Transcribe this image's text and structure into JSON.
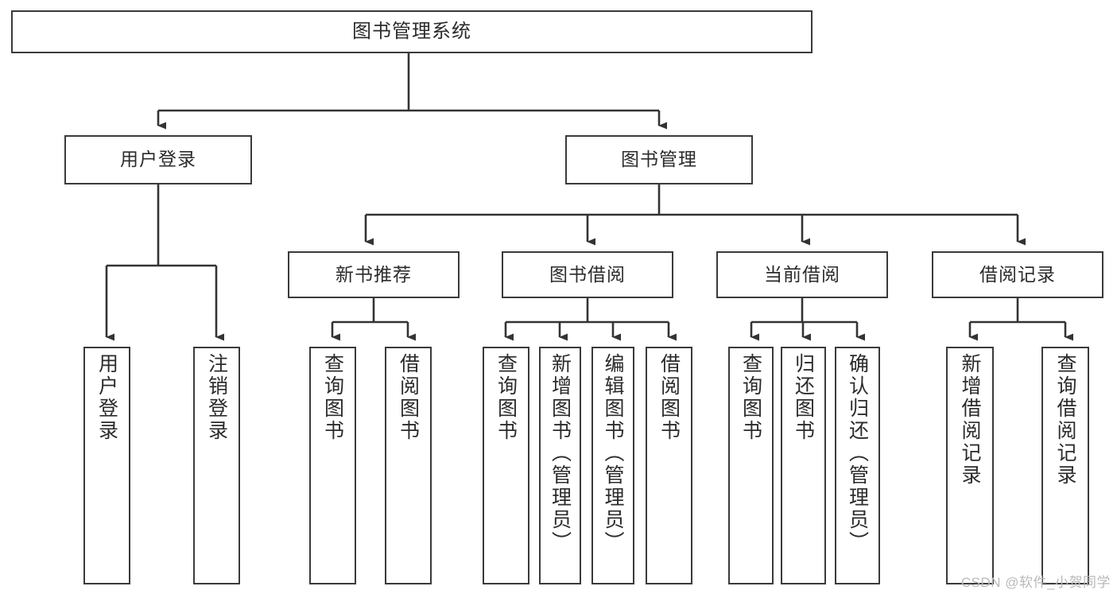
{
  "diagram": {
    "type": "tree",
    "title": "图书管理系统",
    "watermark": "CSDN @软件_小贺同学",
    "colors": {
      "box_border": "#3a3a3a",
      "connector": "#333333",
      "background": "#ffffff",
      "text": "#2b2b2b",
      "watermark": "#b9b9b9"
    },
    "levels": {
      "root": "图书管理系统",
      "level2": [
        "用户登录",
        "图书管理"
      ],
      "level3": [
        "新书推荐",
        "图书借阅",
        "当前借阅",
        "借阅记录"
      ]
    }
  },
  "root": {
    "label": "图书管理系统"
  },
  "branches": [
    {
      "label": "用户登录",
      "leaves": [
        {
          "label": "用户登录"
        },
        {
          "label": "注销登录"
        }
      ]
    },
    {
      "label": "图书管理",
      "children": [
        {
          "label": "新书推荐",
          "leaves": [
            {
              "label": "查询图书"
            },
            {
              "label": "借阅图书"
            }
          ]
        },
        {
          "label": "图书借阅",
          "leaves": [
            {
              "label": "查询图书"
            },
            {
              "label": "新增图书（管理员）"
            },
            {
              "label": "编辑图书（管理员）"
            },
            {
              "label": "借阅图书"
            }
          ]
        },
        {
          "label": "当前借阅",
          "leaves": [
            {
              "label": "查询图书"
            },
            {
              "label": "归还图书"
            },
            {
              "label": "确认归还（管理员）"
            }
          ]
        },
        {
          "label": "借阅记录",
          "leaves": [
            {
              "label": "新增借阅记录"
            },
            {
              "label": "查询借阅记录"
            }
          ]
        }
      ]
    }
  ]
}
